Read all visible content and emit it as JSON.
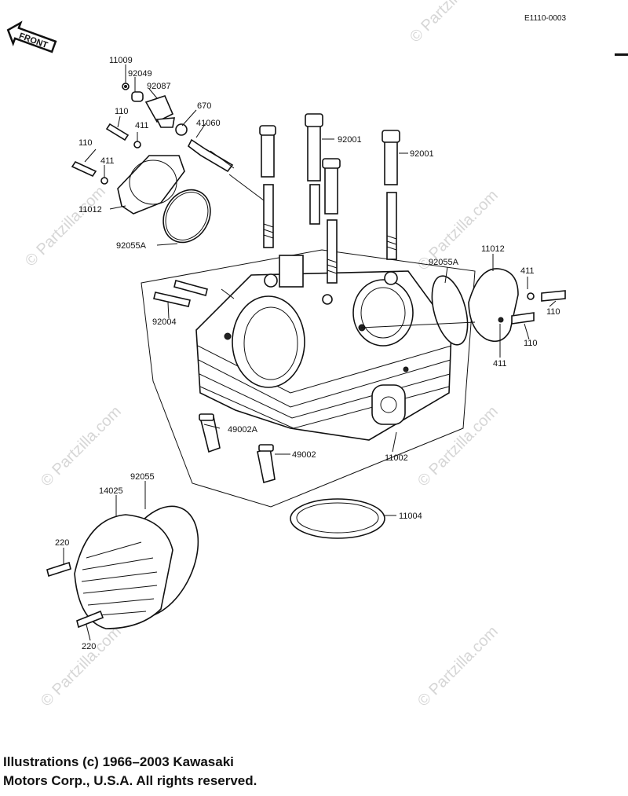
{
  "diagram_code": "E1110-0003",
  "front_label": "FRONT",
  "watermark": "© Partzilla.com",
  "copyright_lines": [
    "Illustrations (c) 1966–2003 Kawasaki",
    "Motors Corp., U.S.A.  All rights reserved."
  ],
  "parts": {
    "p11009": "11009",
    "p92049": "92049",
    "p92087": "92087",
    "p670": "670",
    "p41060": "41060",
    "p110_a": "110",
    "p411_a": "411",
    "p110_b": "110",
    "p411_b": "411",
    "p11012_a": "11012",
    "p92055A_a": "92055A",
    "p92001_a": "92001",
    "p92001_b": "92001",
    "p92004": "92004",
    "p92055A_b": "92055A",
    "p11012_b": "11012",
    "p411_c": "411",
    "p110_c": "110",
    "p110_d": "110",
    "p411_d": "411",
    "p49002A": "49002A",
    "p49002": "49002",
    "p11002": "11002",
    "p11004": "11004",
    "p92055": "92055",
    "p14025": "14025",
    "p220_a": "220",
    "p220_b": "220"
  }
}
